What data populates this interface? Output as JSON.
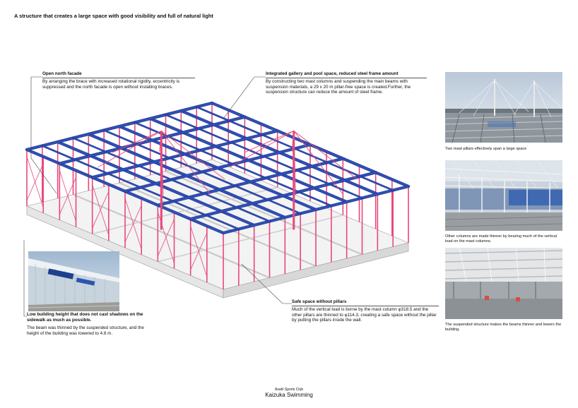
{
  "headline": "A structure that creates a large space with good visibility and full of natural light",
  "callouts": {
    "north": {
      "title": "Open north facade",
      "body": "By arranging the brace with increased rotational rigidity, eccentricity is suppressed and the north facade is open without installing braces."
    },
    "gallery": {
      "title": "Integrated gallery and pool space, reduced steel frame amount",
      "body": "By constructing two mast columns and suspending the main beams with suspension materials, a 29 x 20 m pillar-free space is created.Further, the suspension structure can reduce the amount of steel frame."
    },
    "safe": {
      "title": "Safe space without pillars",
      "body": "Much of the vertical load is borne by the mast column φ318.5 and the other pillars are thinned to φ114.3, creating a safe space without the pillar by putting the pillars inside the wall."
    },
    "low": {
      "title": "Low building height that does not cast shadows on the sidewalk as much as possible.",
      "body": "The beam was thinned by the suspended structure, and the height of the building was lowered to 4.8 m."
    }
  },
  "photos": [
    {
      "caption": "Two mast pillars effectively span a large space"
    },
    {
      "caption": "Other columns are made thinner by bearing much of the vertical load on the mast columns."
    },
    {
      "caption": "The suspended structure makes the beams thinner and lowers the building."
    }
  ],
  "footer": {
    "small": "Asahi Sports Club",
    "main": "Kaizuka Swimming"
  },
  "colors": {
    "beam": "#2f4fb4",
    "beam_edge": "#18297a",
    "column": "#e8487a",
    "foundation": "#e6e6e6",
    "foundation_edge": "#9a9a9a",
    "leader": "#444444"
  }
}
